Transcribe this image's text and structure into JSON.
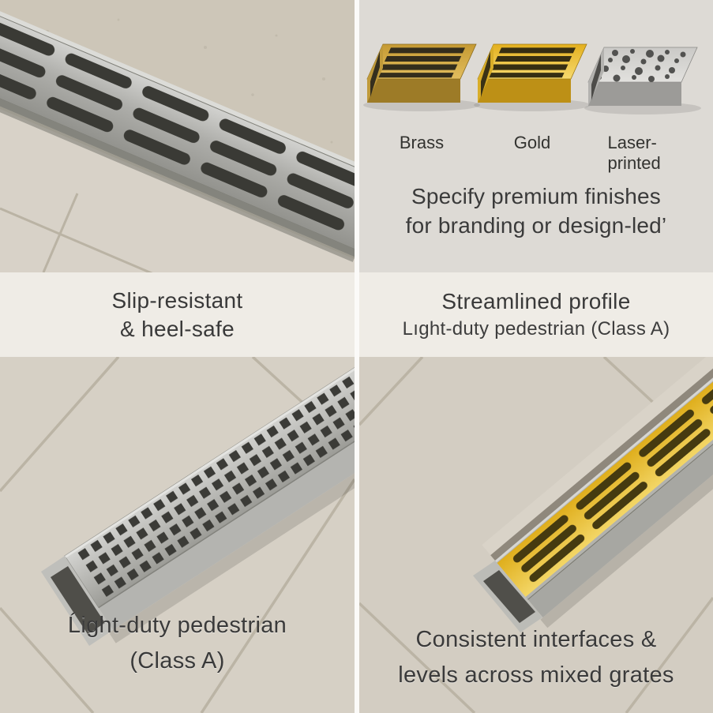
{
  "colors": {
    "band_bg": "#efece6",
    "concrete": "#cdc6b8",
    "tile": "#d6d0c5",
    "steel": "#a9a9a5",
    "brass": "#c59a33",
    "gold": "#e3b01f",
    "text": "#3a3a3a"
  },
  "finishes": {
    "labels": [
      "Brass",
      "Gold",
      "Laser-printed"
    ],
    "caption_line1": "Specify premium finishes",
    "caption_line2": "for branding or design-led’"
  },
  "band_left": {
    "line1": "Slip-resistant",
    "line2": "& heel-safe"
  },
  "band_right": {
    "line1": "Streamlined profile",
    "line2": "Lıght-duty pedestrian (Class A)"
  },
  "caption_bottom_left": {
    "line1": "Ĺight-duty pedestrian",
    "line2": "(Class A)"
  },
  "caption_bottom_right": {
    "line1": "Consistent interfaces &",
    "line2": "levels across mixed grates"
  }
}
